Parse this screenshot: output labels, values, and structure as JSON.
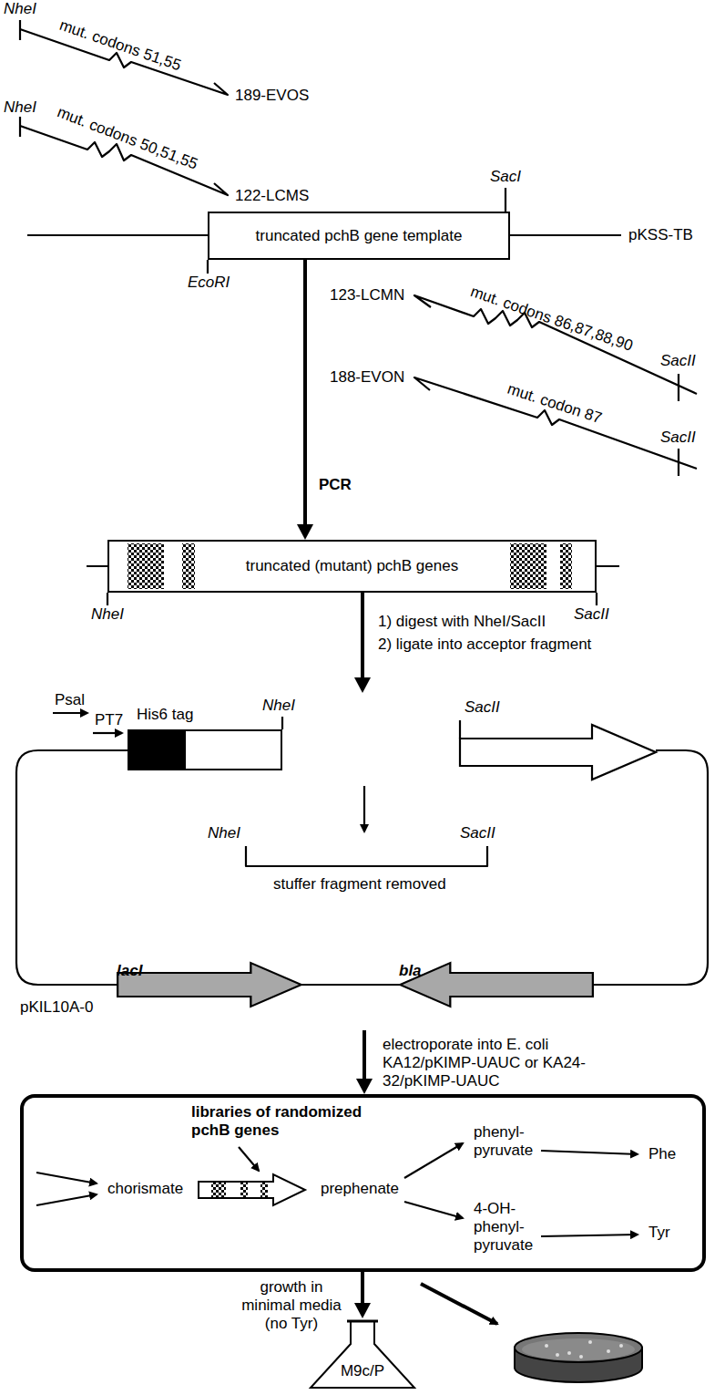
{
  "diagram": {
    "nodes": [
      {
        "text": [
          "truncated pchB gene template"
        ]
      },
      {
        "text": [
          "truncated (mutant) pchB genes"
        ]
      },
      {
        "text": [
          "pKIL10A-0"
        ]
      },
      {
        "text": [
          "His6 tag"
        ],
        "in": 2
      },
      {
        "text": [
          "lacI"
        ],
        "in": 2
      },
      {
        "text": [
          "bla"
        ],
        "in": 2
      },
      {
        "text": [
          "libraries of randomized pchB genes",
          "chorismate",
          "prephenate",
          "phenyl-pyruvate",
          "Phe",
          "4-OH-phenyl-pyruvate",
          "Tyr"
        ]
      },
      {
        "text": [
          "M9c/P"
        ]
      }
    ],
    "edges": [
      {
        "from": 0,
        "to": 1,
        "label": "PCR",
        "arrow": "to"
      },
      {
        "from": 1,
        "to": 2,
        "arrow": "to"
      },
      {
        "from": 2,
        "to": 6,
        "label": "electroporate into E. coli KA12/pKIMP-UAUC or KA24-32/pKIMP-UAUC",
        "arrow": "to"
      },
      {
        "from": 6,
        "to": 7,
        "label": "growth in minimal media (no Tyr)",
        "arrow": "to"
      }
    ],
    "labels": [
      "NheI",
      "mut. codons 51,55",
      "189-EVOS",
      "NheI",
      "mut. codons 50,51,55",
      "122-LCMS",
      "SacI",
      "pKSS-TB",
      "EcoRI",
      "123-LCMN",
      "mut. codons 86,87,88,90",
      "SacII",
      "188-EVON",
      "mut. codon 87",
      "SacII",
      "NheI",
      "SacII",
      "1) digest with NheI/SacII",
      "2) ligate into acceptor fragment",
      "Psal",
      "PT7",
      "NheI",
      "SacII",
      "NheI",
      "SacII",
      "stuffer fragment removed"
    ]
  }
}
